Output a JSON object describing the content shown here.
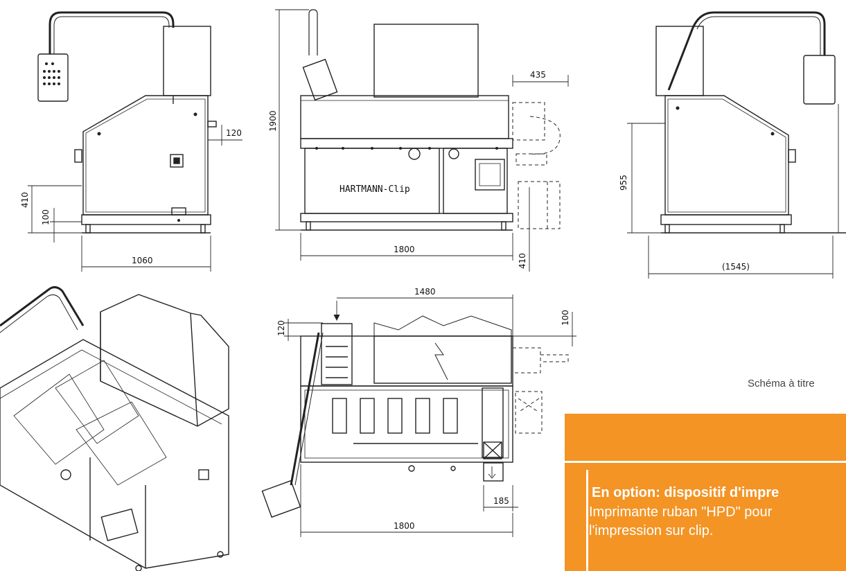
{
  "colors": {
    "accent": "#F39425",
    "line": "#222222",
    "text_light": "#ffffff"
  },
  "views": {
    "side_left": {
      "dims": [
        "120",
        "410",
        "100",
        "1060"
      ]
    },
    "front": {
      "brand_label": "HARTMANN-Clip",
      "dims": [
        "1900",
        "435",
        "1800",
        "410"
      ]
    },
    "side_right": {
      "dims": [
        "955",
        "(1545)"
      ]
    },
    "top": {
      "dims": [
        "1480",
        "120",
        "100",
        "185",
        "1800"
      ]
    }
  },
  "caption": "Schéma à titre",
  "option_box": {
    "title": "En option: dispositif d'impre",
    "text": "Imprimante ruban \"HPD\" pour l'impression sur clip."
  }
}
